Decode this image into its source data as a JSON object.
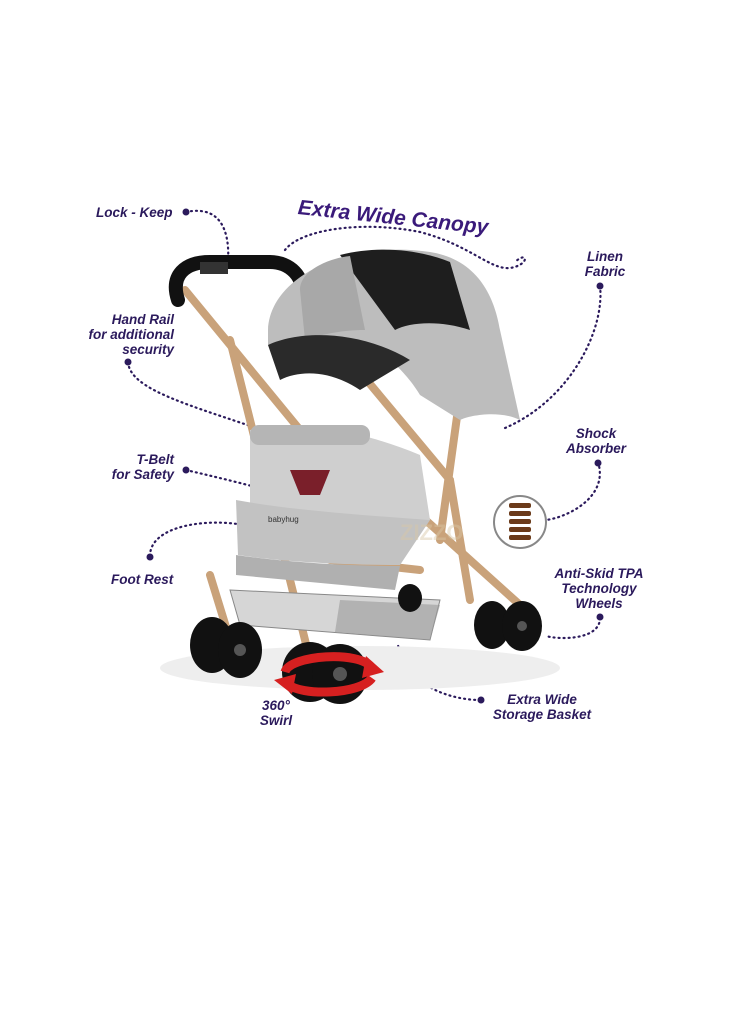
{
  "title": "Extra Wide Canopy",
  "brand_mark": "babyhug",
  "watermark": "ZIZZO",
  "features": {
    "lock_keep": "Lock - Keep",
    "hand_rail": {
      "title": "Hand Rail",
      "line1": "for additional",
      "line2": "security"
    },
    "t_belt": {
      "title": "T-Belt",
      "line1": "for Safety"
    },
    "foot_rest": "Foot Rest",
    "linen_fabric": {
      "line1": "Linen",
      "line2": "Fabric"
    },
    "shock_absorber": {
      "line1": "Shock",
      "line2": "Absorber"
    },
    "anti_skid": {
      "line1": "Anti-Skid TPA",
      "line2": "Technology",
      "line3": "Wheels"
    },
    "swirl": {
      "line1": "360°",
      "line2": "Swirl"
    },
    "storage_basket": {
      "line1": "Extra Wide",
      "line2": "Storage Basket"
    }
  },
  "colors": {
    "label_text": "#2b1a5c",
    "frame_gold": "#c9a27a",
    "fabric_gray": "#bdbdbd",
    "canopy_black": "#1e1e1e",
    "swirl_arrow": "#d62020"
  }
}
